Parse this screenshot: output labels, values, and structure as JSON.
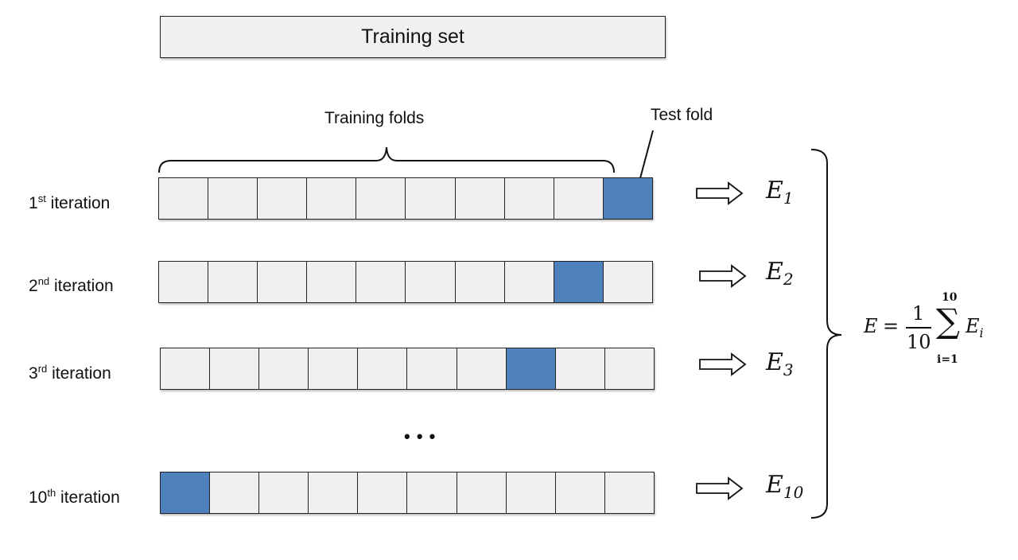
{
  "title": "Training set",
  "training_folds_label": "Training folds",
  "test_fold_label": "Test fold",
  "ellipsis": "• • •",
  "fold_count": 10,
  "colors": {
    "fold_fill": "#f0f0f0",
    "test_fill": "#4f81bd",
    "border": "#222222"
  },
  "iterations": [
    {
      "num": "1",
      "suffix": "st",
      "rest": " iteration",
      "test_index": 9,
      "err_base": "E",
      "err_sub": "1"
    },
    {
      "num": "2",
      "suffix": "nd",
      "rest": " iteration",
      "test_index": 8,
      "err_base": "E",
      "err_sub": "2"
    },
    {
      "num": "3",
      "suffix": "rd",
      "rest": " iteration",
      "test_index": 7,
      "err_base": "E",
      "err_sub": "3"
    },
    {
      "num": "10",
      "suffix": "th",
      "rest": " iteration",
      "test_index": 0,
      "err_base": "E",
      "err_sub": "10"
    }
  ],
  "formula": {
    "lhs": "E",
    "equals": "=",
    "numerator": "1",
    "denominator": "10",
    "sum_symbol": "∑",
    "upper": "10",
    "lower": "i=1",
    "term_base": "E",
    "term_sub": "i"
  }
}
